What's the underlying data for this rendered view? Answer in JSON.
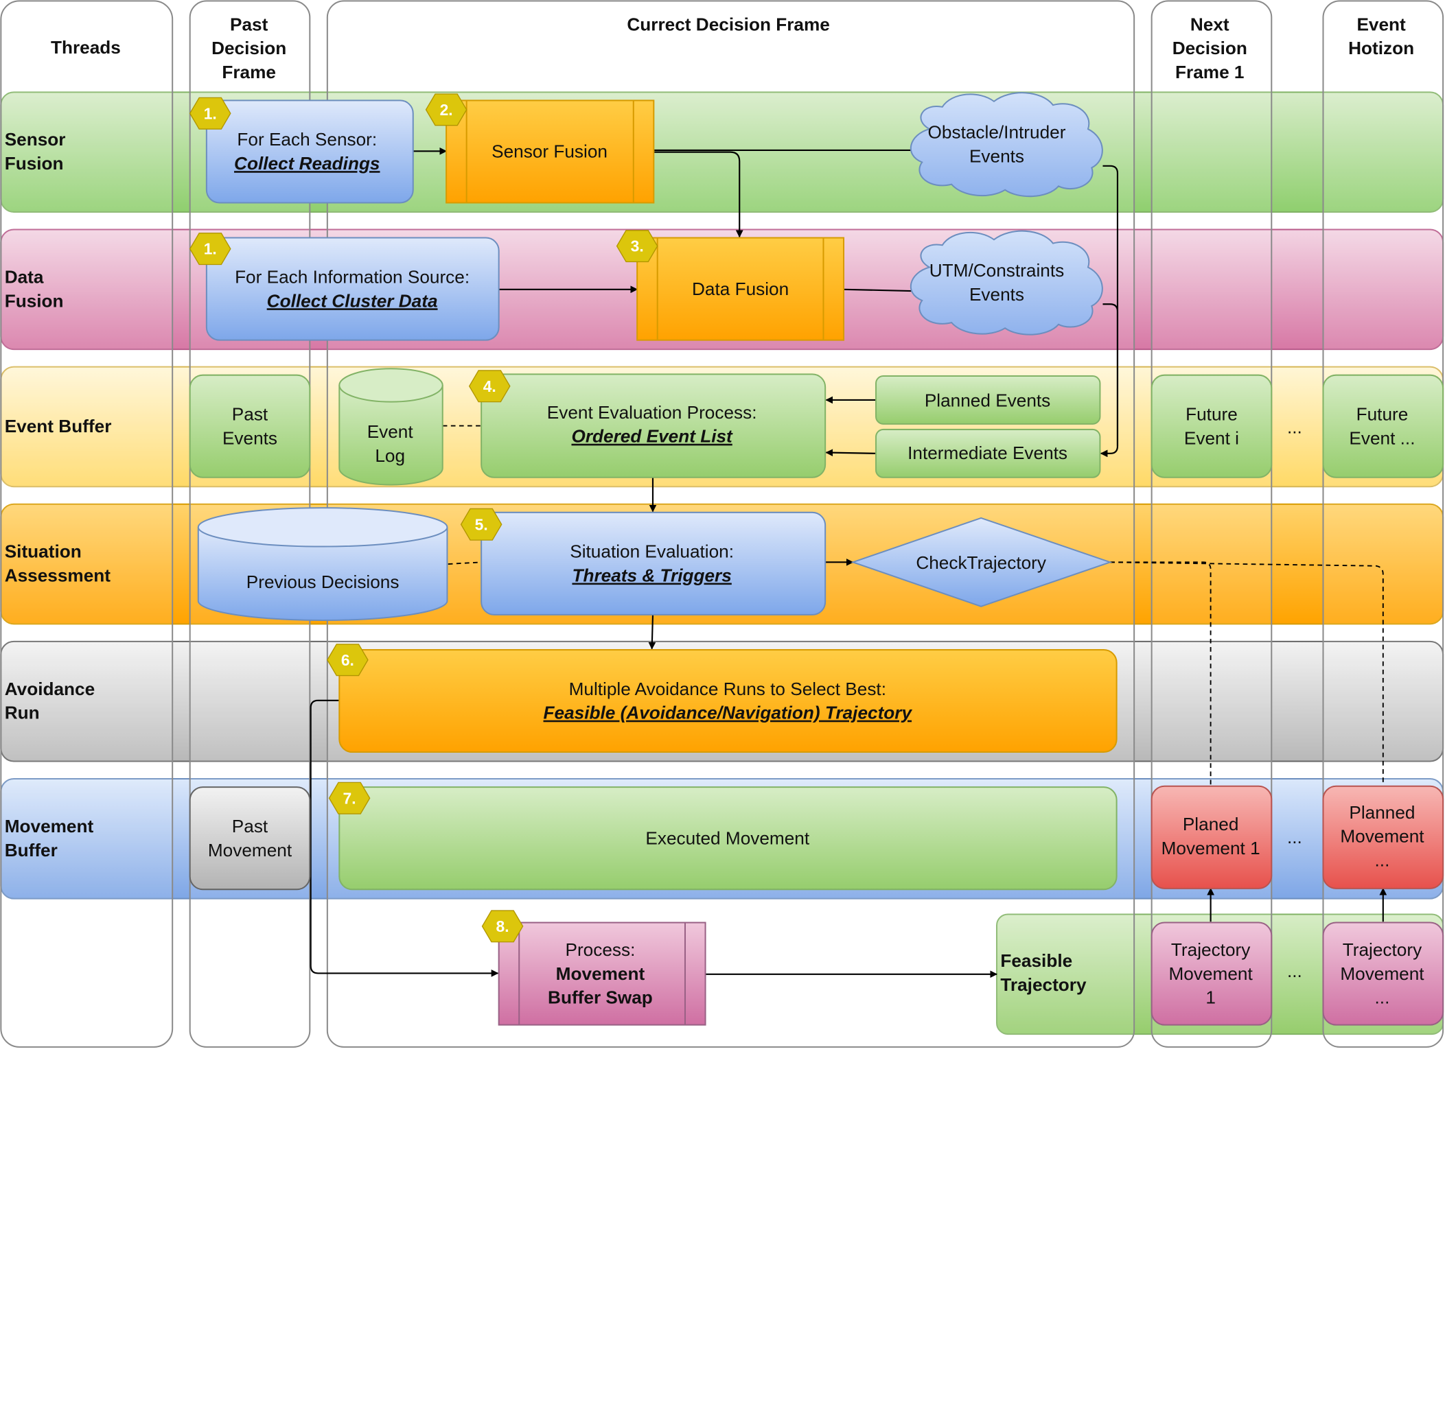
{
  "columns": {
    "threads": "Threads",
    "past": [
      "Past",
      "Decision",
      "Frame"
    ],
    "current": "Currect Decision Frame",
    "next": [
      "Next",
      "Decision",
      "Frame 1"
    ],
    "horizon": [
      "Event",
      "Hotizon"
    ]
  },
  "lanes": {
    "sensor": [
      "Sensor",
      "Fusion"
    ],
    "data": [
      "Data",
      "Fusion"
    ],
    "event": [
      "Event Buffer"
    ],
    "situation": [
      "Situation",
      "Assessment"
    ],
    "avoidance": [
      "Avoidance",
      "Run"
    ],
    "movement": [
      "Movement",
      "Buffer"
    ]
  },
  "steps": {
    "s1a": "1.",
    "s1b": "1.",
    "s2": "2.",
    "s3": "3.",
    "s4": "4.",
    "s5": "5.",
    "s6": "6.",
    "s7": "7.",
    "s8": "8."
  },
  "nodes": {
    "collect_readings": {
      "line1": "For Each Sensor:",
      "line2": "Collect Readings"
    },
    "sensor_fusion": "Sensor Fusion",
    "obstacle_events": [
      "Obstacle/Intruder",
      "Events"
    ],
    "collect_cluster": {
      "line1": "For Each Information Source:",
      "line2": "Collect Cluster Data"
    },
    "data_fusion": "Data Fusion",
    "utm_events": [
      "UTM/Constraints",
      "Events"
    ],
    "past_events": [
      "Past",
      "Events"
    ],
    "event_log": [
      "Event",
      "Log"
    ],
    "event_eval": {
      "line1": "Event Evaluation Process:",
      "line2": "Ordered Event List"
    },
    "planned_events": "Planned Events",
    "intermediate_events": "Intermediate Events",
    "future_event_i": [
      "Future",
      "Event i"
    ],
    "future_event_dots": [
      "Future",
      "Event ..."
    ],
    "previous_decisions": "Previous Decisions",
    "situation_eval": {
      "line1": "Situation Evaluation:",
      "line2": "Threats & Triggers"
    },
    "check_trajectory": "CheckTrajectory",
    "avoidance_runs": {
      "line1": "Multiple Avoidance Runs to Select Best:",
      "line2": "Feasible (Avoidance/Navigation) Trajectory"
    },
    "past_movement": [
      "Past",
      "Movement"
    ],
    "executed_movement": "Executed Movement",
    "planed_movement_1": [
      "Planed",
      "Movement 1"
    ],
    "planned_movement_dots": [
      "Planned",
      "Movement",
      "..."
    ],
    "buffer_swap": {
      "line1": "Process:",
      "line2": "Movement",
      "line3": "Buffer Swap"
    },
    "feasible_trajectory": [
      "Feasible",
      "Trajectory"
    ],
    "trajectory_movement_1": [
      "Trajectory",
      "Movement",
      "1"
    ],
    "trajectory_movement_dots": [
      "Trajectory",
      "Movement",
      "..."
    ]
  },
  "ellipsis": "...",
  "colors": {
    "sensor_lane": "#c2e3b0",
    "data_lane": "#e9b8cf",
    "event_lane": "#fff0b8",
    "situation_lane": "#ffcb5c",
    "avoidance_lane": "#d9d9d9",
    "movement_lane": "#b7cff3",
    "blue_node": "#b2ccf5",
    "green_node": "#b6dc9a",
    "orange_node": "#ffb520",
    "red_node": "#f07c78",
    "pink_node": "#da8ab4",
    "step_badge": "#dcc60c"
  }
}
